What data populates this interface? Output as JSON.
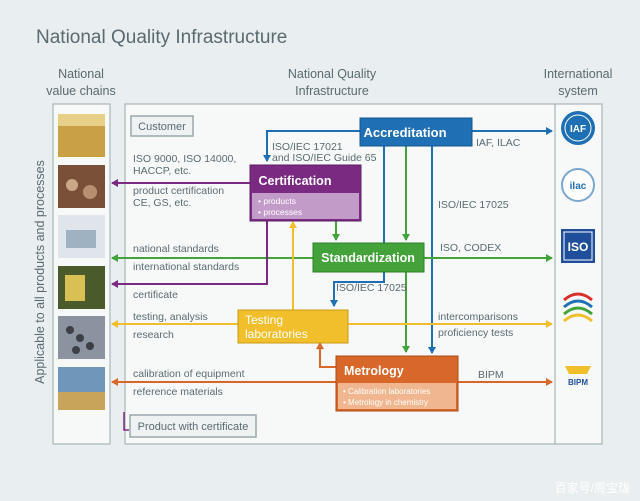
{
  "title": "National Quality Infrastructure",
  "columns": {
    "left": [
      "National",
      "value chains"
    ],
    "center": [
      "National Quality",
      "Infrastructure"
    ],
    "right": [
      "International",
      "system"
    ]
  },
  "side_label": "Applicable to all products and processes",
  "boxes": {
    "customer": "Customer",
    "accreditation": "Accreditation",
    "certification": "Certification",
    "certification_items": [
      "products",
      "processes"
    ],
    "standardization": "Standardization",
    "testing": [
      "Testing",
      "laboratories"
    ],
    "metrology": "Metrology",
    "metrology_items": [
      "Calibration laboratories",
      "Metrology in chemistry"
    ],
    "product_certificate": "Product with certificate"
  },
  "labels": {
    "iso_17021": [
      "ISO/IEC 17021",
      "and ISO/IEC Guide 65"
    ],
    "iaf_ilac": "IAF, ILAC",
    "iso_17025_right": "ISO/IEC 17025",
    "iso_codex": "ISO, CODEX",
    "iso_17025_center": "ISO/IEC 17025",
    "intercomparisons": "intercomparisons",
    "proficiency": "proficiency tests",
    "bipm": "BIPM",
    "iso_mgmt": [
      "ISO 9000, ISO 14000,",
      "HACCP, etc."
    ],
    "product_cert": [
      "product certification",
      "CE, GS, etc."
    ],
    "national_standards": "national standards",
    "international_standards": "international standards",
    "certificate": "certificate",
    "testing_analysis": "testing, analysis",
    "research": "research",
    "calibration": "calibration of equipment",
    "reference_materials": "reference materials"
  },
  "logos": {
    "iaf": "IAF",
    "ilac": "ilac",
    "iso": "ISO",
    "bipm": "BIPM"
  },
  "watermark": "百家号/周宝珑",
  "colors": {
    "accreditation": "#1f6fb5",
    "certification": "#7b2a82",
    "standardization": "#43a33a",
    "testing": "#f2bf2c",
    "metrology": "#d8682a",
    "gray_text": "#5a6a70"
  }
}
